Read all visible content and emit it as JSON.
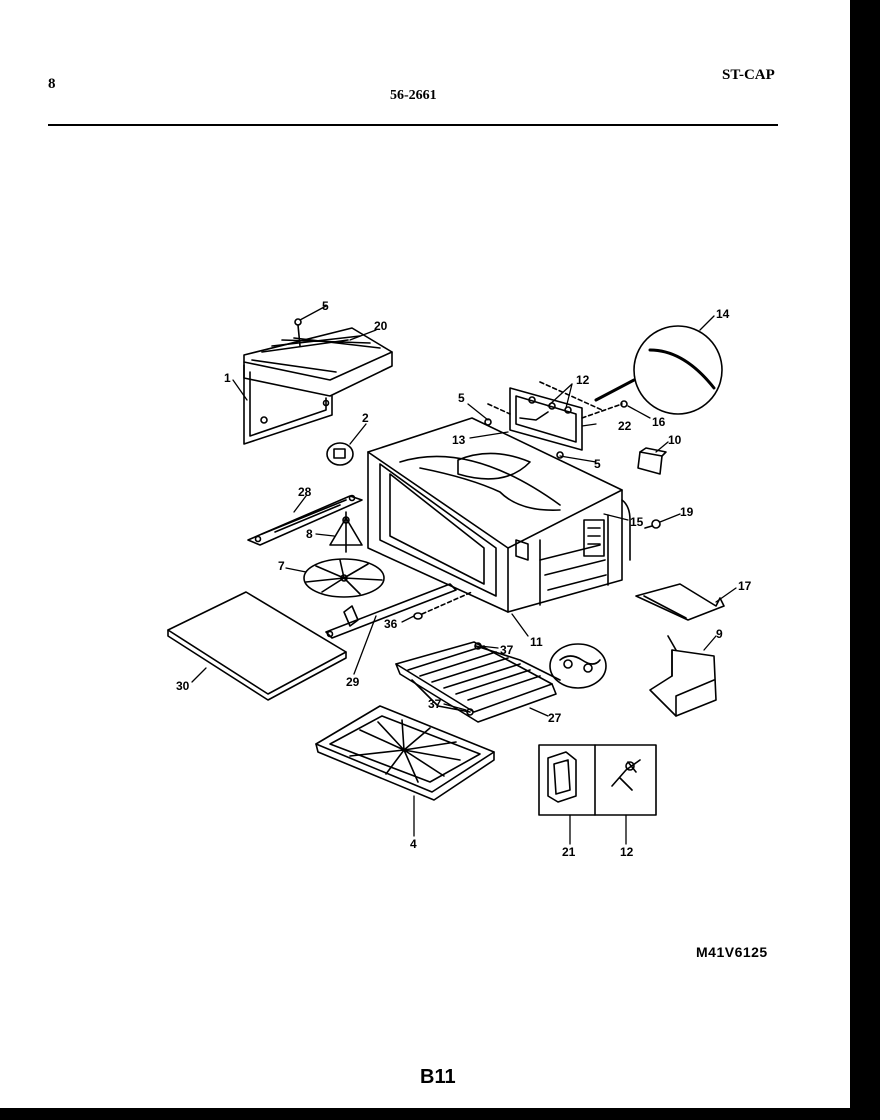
{
  "header": {
    "page_number": "8",
    "model_number": "56-2661",
    "section_code": "ST-CAP"
  },
  "footer": {
    "drawing_code": "M41V6125",
    "page_code": "B11"
  },
  "callouts": {
    "p1": "1",
    "p2": "2",
    "p4": "4",
    "p5a": "5",
    "p5b": "5",
    "p5c": "5",
    "p7": "7",
    "p8": "8",
    "p9": "9",
    "p10": "10",
    "p11": "11",
    "p12a": "12",
    "p12b": "12",
    "p13": "13",
    "p14": "14",
    "p15": "15",
    "p16": "16",
    "p17": "17",
    "p19": "19",
    "p20": "20",
    "p21": "21",
    "p22": "22",
    "p27": "27",
    "p28": "28",
    "p29": "29",
    "p30": "30",
    "p36": "36",
    "p37a": "37",
    "p37b": "37"
  }
}
